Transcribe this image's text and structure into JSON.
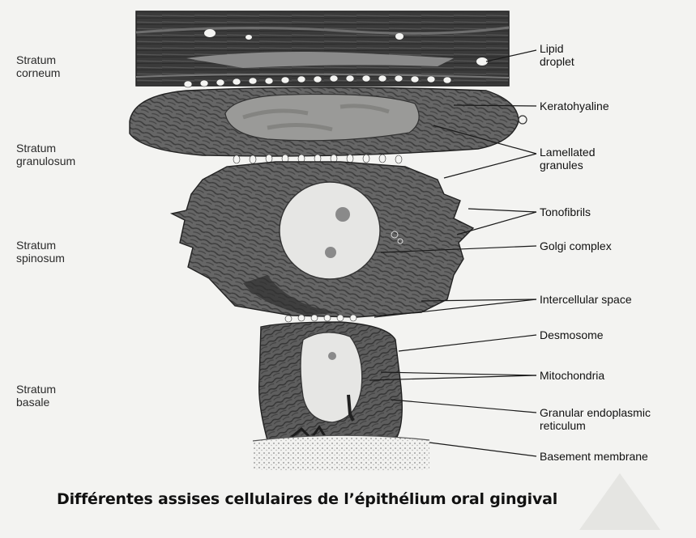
{
  "figure": {
    "layer_labels": [
      {
        "key": "corneum",
        "text": "Stratum\ncorneum"
      },
      {
        "key": "granulosum",
        "text": "Stratum\ngranulosum"
      },
      {
        "key": "spinosum",
        "text": "Stratum\nspinosum"
      },
      {
        "key": "basale",
        "text": "Stratum\nbasale"
      }
    ],
    "callouts": [
      {
        "key": "lipid-droplet",
        "text": "Lipid\ndroplet"
      },
      {
        "key": "keratohyaline",
        "text": "Keratohyaline"
      },
      {
        "key": "lamellated-granules",
        "text": "Lamellated\ngranules"
      },
      {
        "key": "tonofibrils",
        "text": "Tonofibrils"
      },
      {
        "key": "golgi-complex",
        "text": "Golgi complex"
      },
      {
        "key": "intercellular-space",
        "text": "Intercellular space"
      },
      {
        "key": "desmosome",
        "text": "Desmosome"
      },
      {
        "key": "mitochondria",
        "text": "Mitochondria"
      },
      {
        "key": "granular-er",
        "text": "Granular endoplasmic\nreticulum"
      },
      {
        "key": "basement-membrane",
        "text": "Basement membrane"
      }
    ],
    "caption": "Différentes assises cellulaires de l’épithélium oral gingival"
  },
  "colors": {
    "corneum_dark": "#3a3a3a",
    "cell_gray": "#6a6a6a",
    "nucleus": "#e6e6e4",
    "leader_line": "#1a1a1a"
  }
}
